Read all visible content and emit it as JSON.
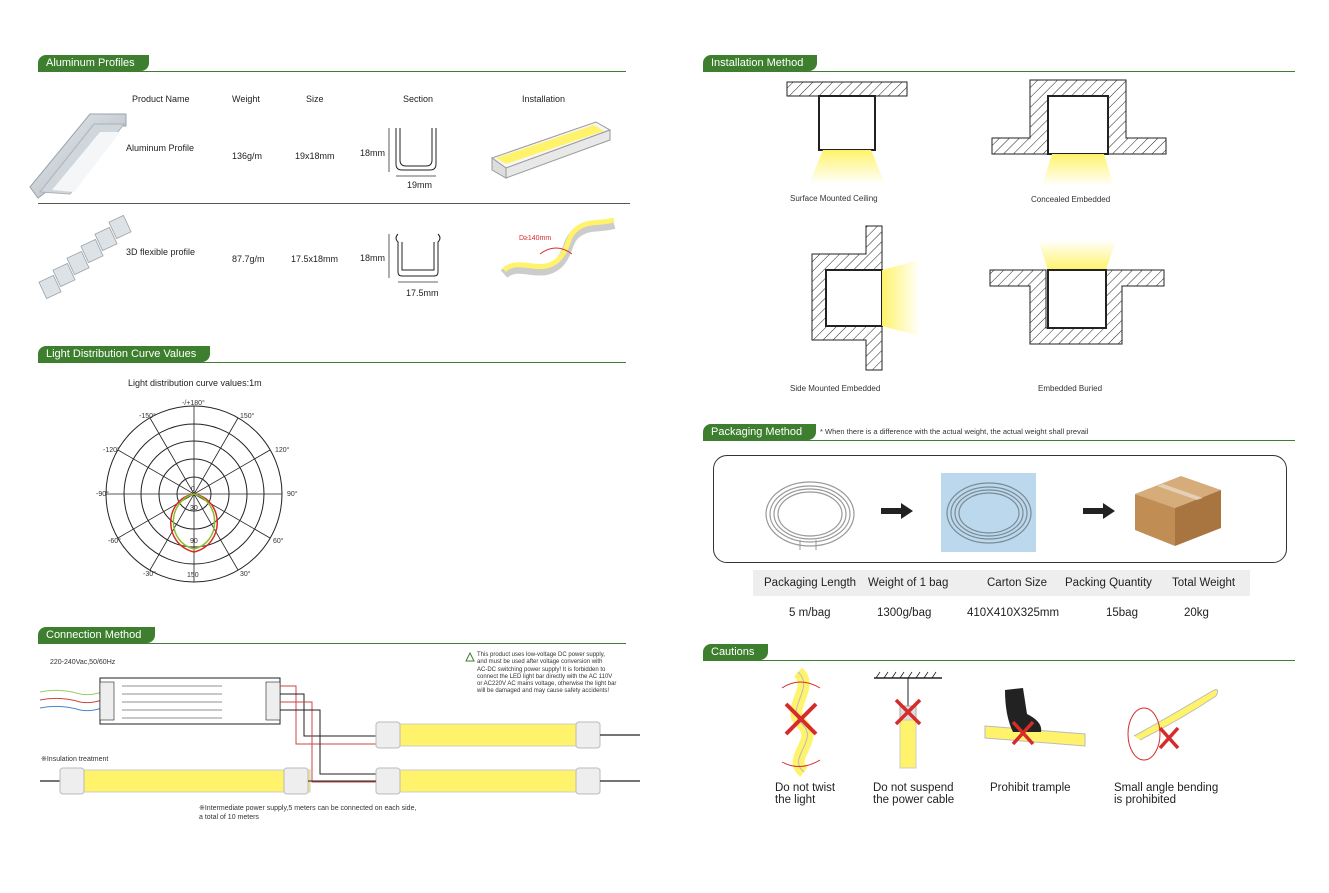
{
  "sections": {
    "aluminum": "Aluminum Profiles",
    "light": "Light Distribution Curve Values",
    "connection": "Connection Method",
    "installation": "Installation Method",
    "packaging": "Packaging Method",
    "packaging_note": "* When there is a difference with the actual weight, the actual weight shall prevail",
    "cautions": "Cautions"
  },
  "profiles": {
    "headers": [
      "Product Name",
      "Weight",
      "Size",
      "Section",
      "Installation"
    ],
    "rows": [
      {
        "name": "Aluminum Profile",
        "weight": "136g/m",
        "size": "19x18mm",
        "sec_h": "18mm",
        "sec_w": "19mm"
      },
      {
        "name": "3D flexible profile",
        "weight": "87.7g/m",
        "size": "17.5x18mm",
        "sec_h": "18mm",
        "sec_w": "17.5mm"
      }
    ],
    "bend_label": "D≥140mm"
  },
  "polar": {
    "title": "Light distribution curve values:1m",
    "angles": [
      "-/+180°",
      "150°",
      "120°",
      "90°",
      "60°",
      "30°",
      "-30°",
      "-60°",
      "-90°",
      "-120°",
      "-150°"
    ],
    "radial": [
      "0",
      "30",
      "90",
      "150"
    ]
  },
  "connection": {
    "voltage": "220-240Vac,50/60Hz",
    "warning": [
      "This product uses low-voltage DC power supply,",
      "and must be used after voltage conversion with",
      "AC-DC switching power supply! It is forbidden to",
      "connect the LED light bar directly with the AC 110V",
      "or AC220V AC mains voltage, otherwise the light bar",
      "will be damaged and may cause safety accidents!"
    ],
    "insulation": "※Insulation treatment",
    "note1": "※Intermediate power supply,5 meters can be connected on each side,",
    "note2": "a total of 10 meters"
  },
  "installation": {
    "labels": [
      "Surface Mounted Ceiling",
      "Concealed Embedded",
      "Side Mounted Embedded",
      "Embedded Buried"
    ]
  },
  "packaging": {
    "headers": [
      "Packaging Length",
      "Weight of 1 bag",
      "Carton Size",
      "Packing Quantity",
      "Total Weight"
    ],
    "values": [
      "5 m/bag",
      "1300g/bag",
      "410X410X325mm",
      "15bag",
      "20kg"
    ]
  },
  "cautions": {
    "items": [
      {
        "l1": "Do not twist",
        "l2": "the light"
      },
      {
        "l1": "Do not suspend",
        "l2": "the power cable"
      },
      {
        "l1": "Prohibit trample",
        "l2": ""
      },
      {
        "l1": "Small angle bending",
        "l2": "is prohibited"
      }
    ]
  },
  "colors": {
    "accent": "#3d7f2e",
    "led": "#fff36b",
    "cross": "#d62b2b"
  }
}
